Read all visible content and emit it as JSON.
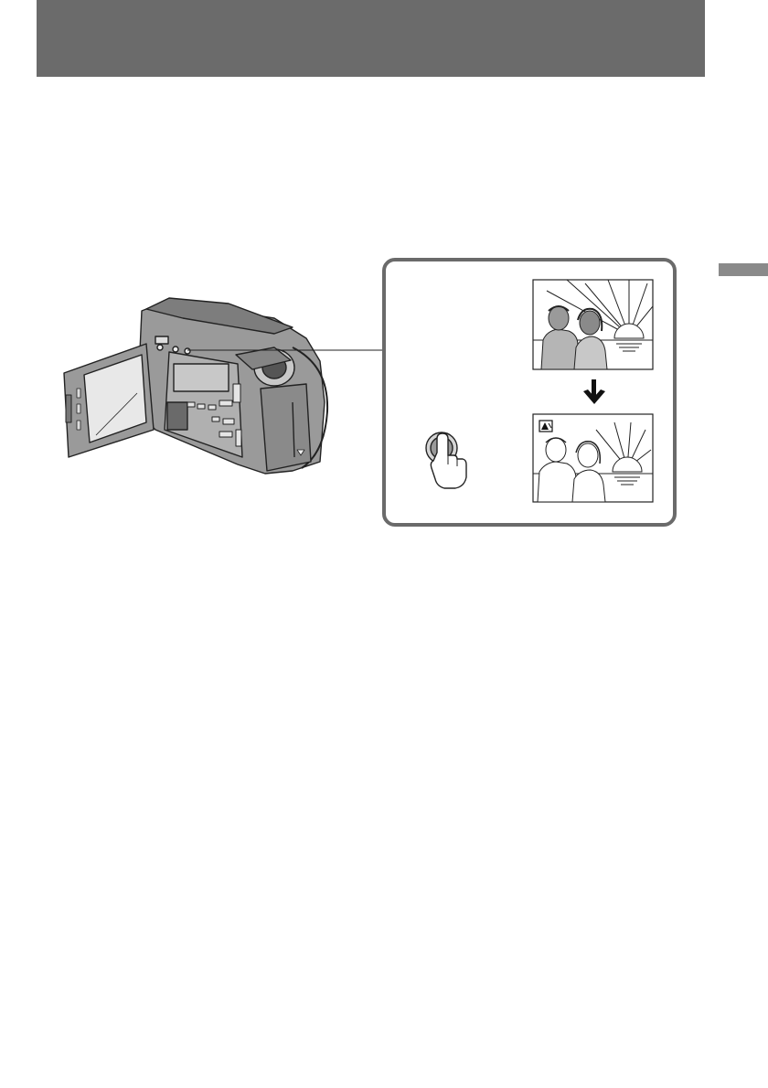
{
  "colors": {
    "header_bar": "#6b6b6b",
    "section_tab": "#8a8a8a",
    "line_art": "#222222",
    "camera_body": "#9a9a9a"
  },
  "illustration": {
    "camera": "camcorder-with-open-lcd-panel",
    "callout_screens": [
      "scene-normal",
      "scene-with-backlight-indicator"
    ],
    "icons": [
      "down-arrow-icon",
      "finger-press-button-icon",
      "backlight-indicator-icon"
    ]
  }
}
